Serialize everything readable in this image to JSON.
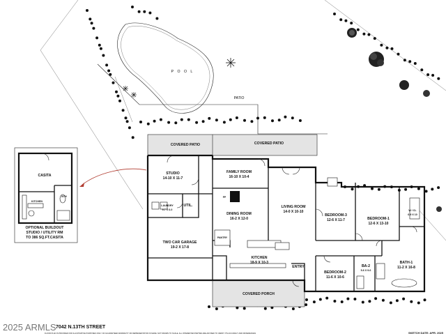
{
  "rooms": {
    "pool": "P O O L",
    "patio": "PATIO",
    "covered_patio_left": "COVERED PATIO",
    "covered_patio_right": "COVERED PATIO",
    "studio": {
      "name": "STUDIO",
      "size": "14-10 X 11-7"
    },
    "family_room": {
      "name": "FAMILY ROOM",
      "size": "16-10 X 10-4"
    },
    "fireplace": "FP",
    "laundry": {
      "name": "LAUNDRY",
      "size": "9-7 X 6-0"
    },
    "utility": "UTIL.",
    "dining_room": {
      "name": "DINING ROOM",
      "size": "16-2 X 12-0"
    },
    "living_room": {
      "name": "LIVING ROOM",
      "size": "14-0 X 10-10"
    },
    "bedroom_3": {
      "name": "BEDROOM-3",
      "size": "12-6 X 11-7"
    },
    "bedroom_1": {
      "name": "BEDROOM-1",
      "size": "12-6 X 13-10"
    },
    "walk_in_closet": {
      "name": "W / CL",
      "size": "6-9 X 10"
    },
    "garage": {
      "name": "TWO CAR GARAGE",
      "size": "19-2 X 17-8"
    },
    "kitchen": {
      "name": "KITCHEN",
      "size": "18-9 X 10-3"
    },
    "pantry": "PANTRY",
    "bath_1": {
      "name": "BATH-1",
      "size": "11-2 X 16-8"
    },
    "bedroom_2": {
      "name": "BEDROOM-2",
      "size": "11-6 X 10-6"
    },
    "bath_2": {
      "name": "BA-2",
      "size": "5-6 X 9-6"
    },
    "entry": "ENTRY",
    "covered_porch": "COVERED PORCH"
  },
  "casita": {
    "title": "CASITA",
    "kitchen": "KITCHEN",
    "bath": "BTH",
    "note_lines": [
      "OPTIONAL BUILDOUT",
      "STUDIO / UTILITY RM",
      "TO 386 SQ.FT.CASITA"
    ]
  },
  "footer": {
    "watermark": "2025 ARMLS",
    "address": "7042 N.13TH STREET",
    "disclaimer": "FLOOR PLAN IS PROVIDED FOR ILLUSTRATIVE PURPOSES ONLY. NO GUARANTEED WARRANTY OR REPRESENTATION IS MADE. NOT DRAWN TO SCALE. ALL INTERESTED PARTIES ARE ADVISED TO VERIFY ITS ACCURACY AND DIFFERENCES",
    "sketch_date": "SKETCH DATE: APR. 2025"
  },
  "colors": {
    "line": "#111111",
    "background": "#ffffff",
    "shading": "#e4e4e4",
    "arrow": "#b03a2e"
  }
}
